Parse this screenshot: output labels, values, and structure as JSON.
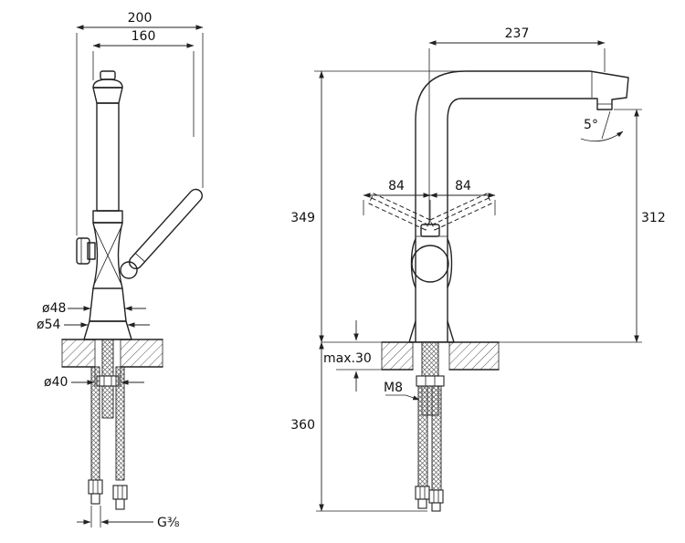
{
  "drawing": {
    "front_view": {
      "overall_width": "200",
      "upper_width": "160",
      "body_diameter": "ø48",
      "base_diameter": "ø54",
      "hole_diameter": "ø40",
      "hose_thread": "G⅜"
    },
    "side_view": {
      "spout_reach": "237",
      "handle_span_left": "84",
      "handle_span_right": "84",
      "spout_angle": "5°",
      "height_deck_to_top": "349",
      "height_deck_to_outlet": "312",
      "deck_thickness_max": "max.30",
      "mounting_thread": "M8",
      "hose_length_below_deck": "360"
    }
  }
}
